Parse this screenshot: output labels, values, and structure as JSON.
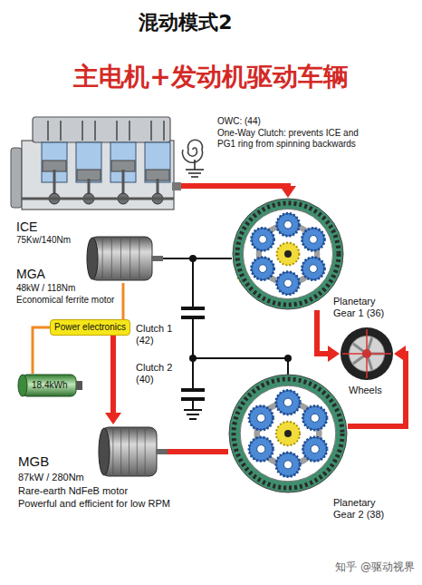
{
  "diagram": {
    "title": "混动模式2",
    "nodes": [
      {
        "text": [
          "ICE",
          "75Kw/140Nm"
        ]
      },
      {
        "text": [
          "Planetary Gear 1 (36)"
        ]
      },
      {
        "text": [
          "MGA",
          "48kW / 118Nm",
          "Economical ferrite motor"
        ]
      },
      {
        "text": [
          "Power electronics"
        ]
      },
      {
        "text": [
          "Wheels"
        ]
      },
      {
        "text": [
          "18.4kWh"
        ]
      },
      {
        "text": [
          "Planetary Gear 2 (38)"
        ]
      },
      {
        "text": [
          "MGB",
          "87kW / 280Nm",
          "Rare-earth NdFeB motor",
          "Powerful and efficient for low RPM"
        ]
      }
    ],
    "edges": [
      {
        "from": 0,
        "to": 1,
        "arrow": "to"
      },
      {
        "from": 1,
        "to": 4,
        "arrow": "to"
      },
      {
        "from": 2,
        "to": 1,
        "arrow": "none"
      },
      {
        "from": 2,
        "to": 3,
        "arrow": "none"
      },
      {
        "from": 5,
        "to": 3,
        "arrow": "none"
      },
      {
        "from": 3,
        "to": 7,
        "arrow": "to"
      },
      {
        "from": 7,
        "to": 6,
        "arrow": "none"
      },
      {
        "from": 6,
        "to": 4,
        "arrow": "to"
      }
    ],
    "labels": [
      "主电机+发动机驱动车辆",
      "OWC: (44)",
      "One-Way Clutch: prevents ICE and PG1 ring from spinning backwards",
      "Clutch 1 (42)",
      "Clutch 2 (40)",
      "驱动视界",
      "知乎 @驱动视界"
    ]
  }
}
